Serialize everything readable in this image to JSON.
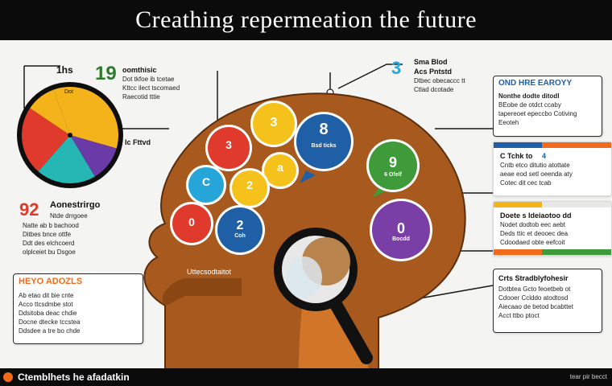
{
  "header": {
    "title": "Creathing repermeation the future"
  },
  "footer": {
    "left_text": "Ctemblhets he afadatkin",
    "right_text": "tear pir becct"
  },
  "colors": {
    "accent_orange": "#f26a1b",
    "brain_brown": "#a85a1e",
    "head_orange": "#d87a2a",
    "bar_black": "#0b0b0b"
  },
  "pie": {
    "heading_left": "1hs",
    "heading_num": "19",
    "heading_text": "oomthisic",
    "desc_lines": [
      "Dot tkfoe ib tcetae",
      "Kttcc ilect tscomaed",
      "Raecotid tttie",
      ""
    ],
    "inner_label": "Dot",
    "side_label": "Ic Fttvd",
    "slices": [
      {
        "label": "",
        "value": 35,
        "color": "#f4b21b"
      },
      {
        "label": "",
        "value": 12,
        "color": "#6a3aa6"
      },
      {
        "label": "",
        "value": 20,
        "color": "#26b6b4"
      },
      {
        "label": "",
        "value": 23,
        "color": "#e03a2c"
      },
      {
        "label": "",
        "value": 10,
        "color": "#f4b21b"
      }
    ]
  },
  "left_block": {
    "num": "92",
    "heading": "Aonestrirgo",
    "lines": [
      "Ntde drrgoee",
      "Natte ab b bachood",
      "Ditbes bnce ottfe",
      "Ddt des elchcoerd",
      "olplceiet bu Dsgoe"
    ]
  },
  "left_panel": {
    "heading": "HEYO ADOZLS",
    "lines": [
      "Ab etao dit bie cnte",
      "Acco ttcsdmbe stot",
      "Ddsitoba deac chdie",
      "Docne dtecke tccstea",
      "Ddsdee a tre bo chde"
    ]
  },
  "top_center": {
    "num": "3",
    "heading": "Sma Blod",
    "sub": "Acs Pntstd",
    "lines": [
      "Dtbec obecaccc tt",
      "Ctlad dcotade"
    ]
  },
  "right_panel_top": {
    "heading": "OND HRE EAROYY",
    "lines": [
      "Nonthe dodte ditodl",
      "BEobe de otdct ccaby",
      "tapereoet epeccbo Cotiving",
      "Eeoteh"
    ]
  },
  "right_callout_1": {
    "heading": "C Tchk to",
    "num": "4",
    "lines": [
      "Cntb etco ditutio atottate",
      "aeae eod setl oeenda aty",
      "Cotec dit cec tcab"
    ]
  },
  "right_callout_2": {
    "heading": "Doete s Ideiaotoo dd",
    "lines": [
      "Nodet dodtob eec aebt",
      "Deds ttic et deooec dea",
      "Cdoodaed obte eefcoit",
      ""
    ]
  },
  "right_panel_bottom": {
    "heading": "Crts Stradblyfohesir",
    "lines": [
      "Dotbtea Gcto feoetbeb ot",
      "Cdooer Cclddo atodtosd",
      "Aiecaao de betod bcabttet",
      "Acct ttbo ptoct"
    ]
  },
  "head_label": {
    "text": "Uttecsodtaitot"
  },
  "bubbles": [
    {
      "label": "8",
      "sub": "Bsd ticks",
      "color": "#1f5fa6"
    },
    {
      "label": "3",
      "sub": "",
      "color": "#f4c21b"
    },
    {
      "label": "9",
      "sub": "6 Ofelf",
      "color": "#3f9a3a"
    },
    {
      "label": "0",
      "sub": "Bocdd",
      "color": "#7a3fa6"
    },
    {
      "label": "2",
      "sub": "Coh",
      "color": "#1f5fa6"
    },
    {
      "label": "C",
      "sub": "",
      "color": "#26a6d8"
    },
    {
      "label": "0",
      "sub": "",
      "color": "#e03a2c"
    },
    {
      "label": "3",
      "sub": "",
      "color": "#e03a2c"
    },
    {
      "label": "a",
      "sub": "",
      "color": "#f4c21b"
    },
    {
      "label": "2",
      "sub": "",
      "color": "#f4c21b"
    }
  ]
}
